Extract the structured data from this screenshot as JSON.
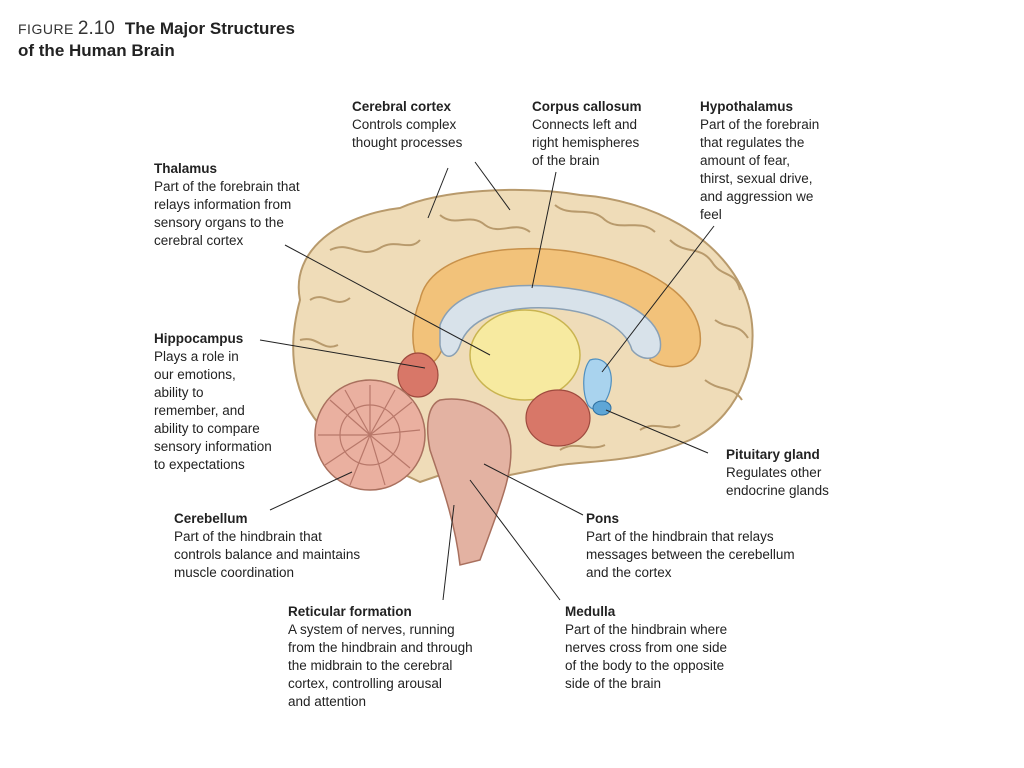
{
  "figure": {
    "label": "FIGURE",
    "number": "2.10",
    "title_line1": "The Major Structures",
    "title_line2": "of the Human Brain"
  },
  "labels": {
    "cerebral_cortex": {
      "title": "Cerebral cortex",
      "desc": "Controls complex\nthought processes"
    },
    "corpus_callosum": {
      "title": "Corpus callosum",
      "desc": "Connects left and\nright hemispheres\nof the brain"
    },
    "hypothalamus": {
      "title": "Hypothalamus",
      "desc": "Part of the forebrain\nthat regulates the\namount of fear,\nthirst, sexual drive,\nand aggression we\nfeel"
    },
    "thalamus": {
      "title": "Thalamus",
      "desc": "Part of the forebrain that\nrelays information from\nsensory organs to the\ncerebral cortex"
    },
    "hippocampus": {
      "title": "Hippocampus",
      "desc": "Plays a role in\nour emotions,\nability to\nremember, and\nability to compare\nsensory information\nto expectations"
    },
    "pituitary": {
      "title": "Pituitary gland",
      "desc": "Regulates other\nendocrine glands"
    },
    "cerebellum": {
      "title": "Cerebellum",
      "desc": "Part of the hindbrain that\ncontrols balance and maintains\nmuscle coordination"
    },
    "pons": {
      "title": "Pons",
      "desc": "Part of the hindbrain that relays\nmessages between the cerebellum\nand the cortex"
    },
    "reticular": {
      "title": "Reticular formation",
      "desc": "A system of nerves, running\nfrom the hindbrain and through\nthe midbrain to the cerebral\ncortex, controlling arousal\nand attention"
    },
    "medulla": {
      "title": "Medulla",
      "desc": "Part of the hindbrain where\nnerves cross from one side\nof the body to the opposite\nside of the brain"
    }
  },
  "colors": {
    "cortex": "#efdcb8",
    "cortex_fold": "#b89a6c",
    "corpus_callosum": "#d8e2ea",
    "limbic_orange": "#f2c27a",
    "thalamus": "#f7eaa0",
    "hypothalamus": "#a9d3ee",
    "midbrain_red": "#d87768",
    "cerebellum": "#eab0a0",
    "brainstem": "#e3b2a2",
    "leader_line": "#222222"
  }
}
